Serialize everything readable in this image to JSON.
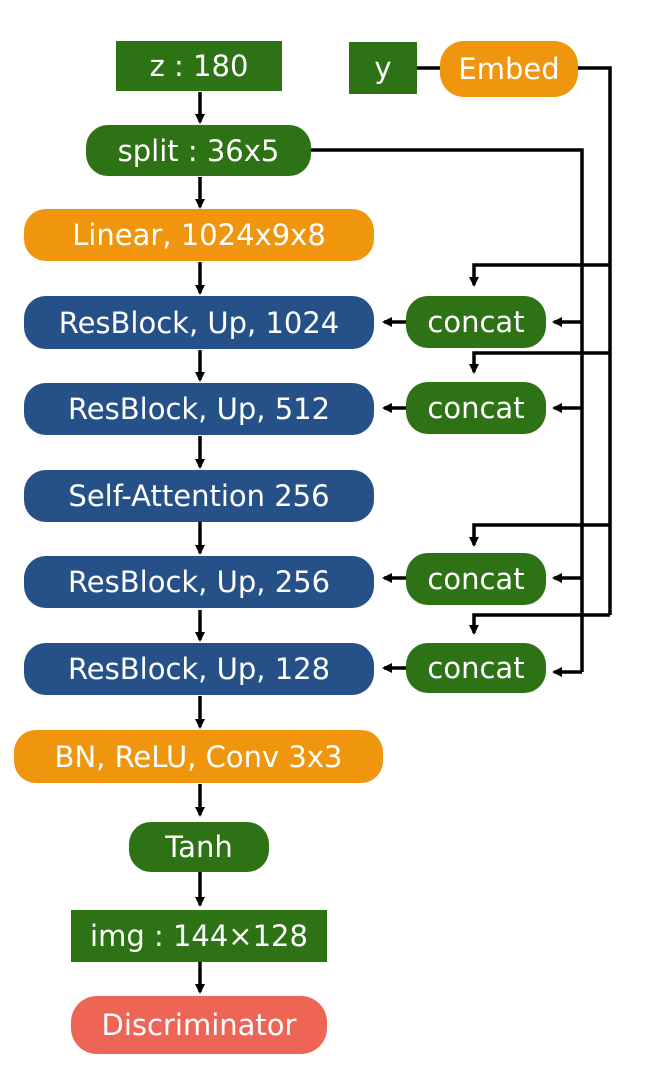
{
  "nodes": {
    "z": "z : 180",
    "y": "y",
    "embed": "Embed",
    "split": "split : 36x5",
    "linear": "Linear, 1024x9x8",
    "res1": "ResBlock, Up, 1024",
    "res2": "ResBlock, Up, 512",
    "attn": "Self-Attention 256",
    "res3": "ResBlock, Up, 256",
    "res4": "ResBlock, Up, 128",
    "bn": "BN, ReLU, Conv 3x3",
    "tanh": "Tanh",
    "img": "img : 144×128",
    "disc": "Discriminator",
    "concat1": "concat",
    "concat2": "concat",
    "concat3": "concat",
    "concat4": "concat"
  },
  "colors": {
    "green": "#2d7215",
    "orange": "#f0960e",
    "blue": "#255188",
    "coral": "#ee6555",
    "wire": "#000000"
  }
}
